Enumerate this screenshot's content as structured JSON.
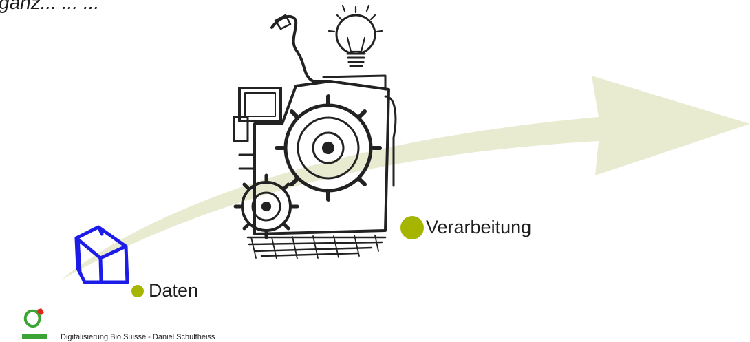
{
  "slide": {
    "title": "gänz... ... ..."
  },
  "diagram": {
    "arrow_color": "#e8ebd0",
    "bullet_color": "#a6b600",
    "cube_color": "#1c1ce8",
    "steps": [
      {
        "id": "data",
        "label": "Daten",
        "icon": "cube-icon"
      },
      {
        "id": "processing",
        "label": "Verarbeitung",
        "icon": "machine-icon"
      }
    ]
  },
  "footer": {
    "text": "Digitalisierung Bio Suisse - Daniel Schultheiss",
    "logo": "bio-suisse-logo",
    "logo_color_green": "#3aa535",
    "logo_color_red": "#e2231a"
  }
}
